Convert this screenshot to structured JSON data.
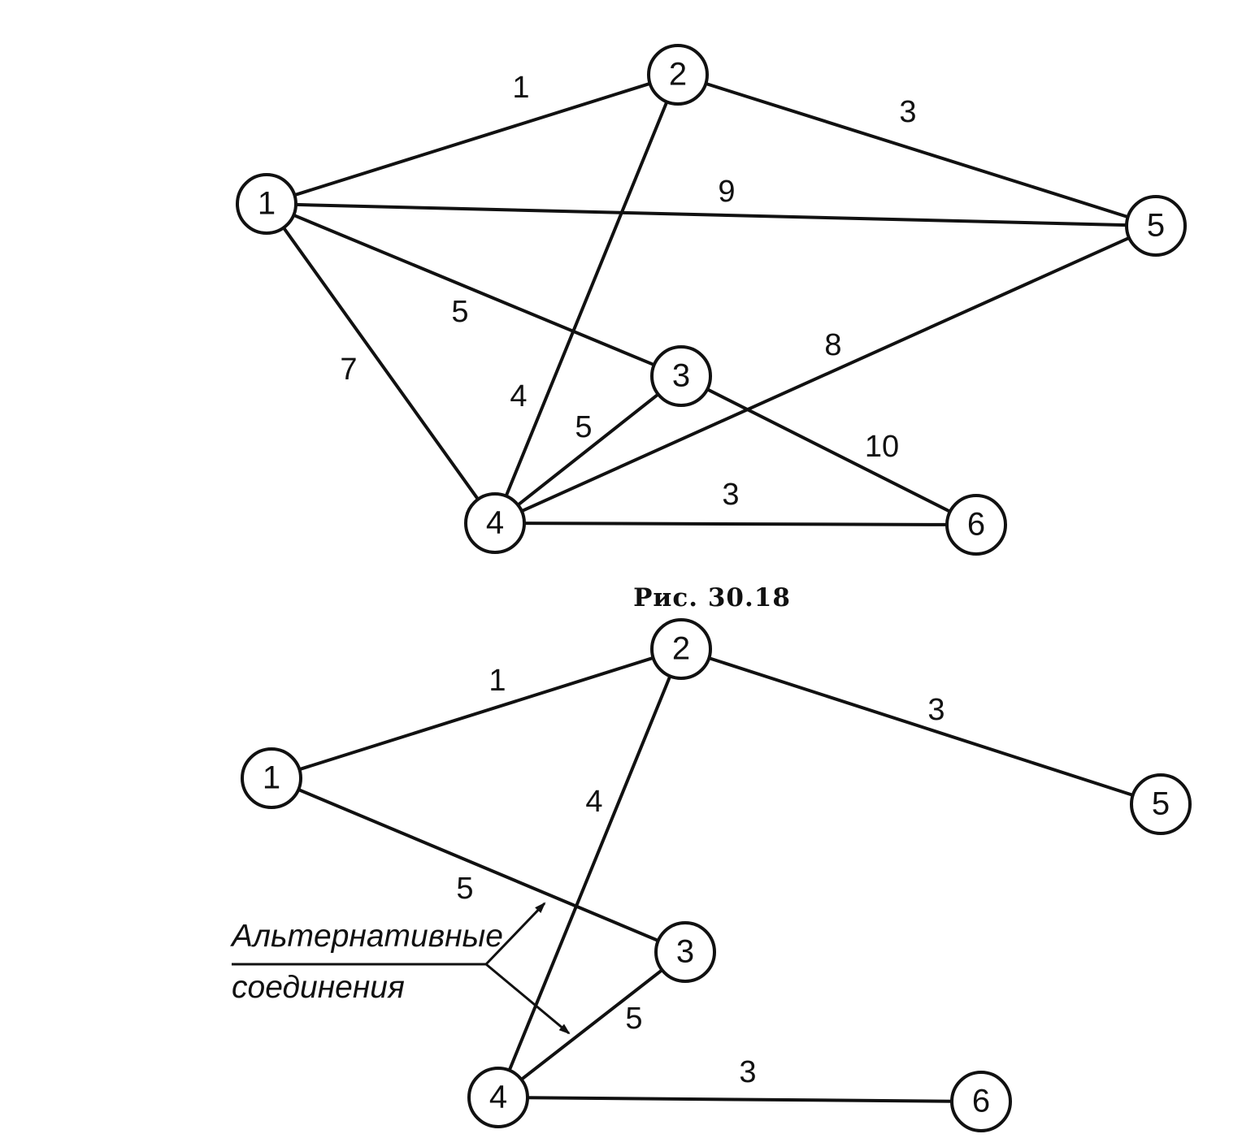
{
  "figure_caption": "Рис. 30.18",
  "annotation": {
    "line1": "Альтернативные",
    "line2": "соединения"
  },
  "graph_top": {
    "nodes": [
      "1",
      "2",
      "3",
      "4",
      "5",
      "6"
    ],
    "edges": [
      {
        "from": "1",
        "to": "2",
        "weight": "1"
      },
      {
        "from": "2",
        "to": "5",
        "weight": "3"
      },
      {
        "from": "1",
        "to": "5",
        "weight": "9"
      },
      {
        "from": "1",
        "to": "3",
        "weight": "5"
      },
      {
        "from": "1",
        "to": "4",
        "weight": "7"
      },
      {
        "from": "2",
        "to": "4",
        "weight": "4"
      },
      {
        "from": "4",
        "to": "3",
        "weight": "5"
      },
      {
        "from": "4",
        "to": "5",
        "weight": "8"
      },
      {
        "from": "3",
        "to": "6",
        "weight": "10"
      },
      {
        "from": "4",
        "to": "6",
        "weight": "3"
      }
    ]
  },
  "graph_bottom": {
    "nodes": [
      "1",
      "2",
      "3",
      "4",
      "5",
      "6"
    ],
    "edges": [
      {
        "from": "1",
        "to": "2",
        "weight": "1"
      },
      {
        "from": "2",
        "to": "5",
        "weight": "3"
      },
      {
        "from": "2",
        "to": "4",
        "weight": "4"
      },
      {
        "from": "1",
        "to": "3",
        "weight": "5"
      },
      {
        "from": "4",
        "to": "3",
        "weight": "5"
      },
      {
        "from": "4",
        "to": "6",
        "weight": "3"
      }
    ]
  },
  "colors": {
    "ink": "#111111",
    "background": "#ffffff"
  }
}
